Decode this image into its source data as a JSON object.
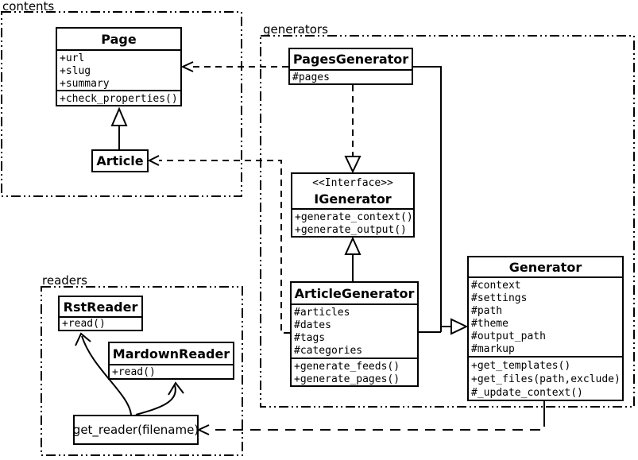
{
  "diagram": {
    "title": "UML class diagram",
    "colors": {
      "line": "#000000",
      "background": "#ffffff"
    },
    "packages": [
      {
        "id": "contents",
        "label": "contents"
      },
      {
        "id": "generators",
        "label": "generators"
      },
      {
        "id": "readers",
        "label": "readers"
      }
    ],
    "classes": {
      "page": {
        "name": "Page",
        "attributes": [
          "+url",
          "+slug",
          "+summary"
        ],
        "methods": [
          "+check_properties()"
        ]
      },
      "article": {
        "name": "Article"
      },
      "pagesGenerator": {
        "name": "PagesGenerator",
        "attributes": [
          "#pages"
        ]
      },
      "iGenerator": {
        "stereotype": "<<Interface>>",
        "name": "IGenerator",
        "methods": [
          "+generate_context()",
          "+generate_output()"
        ]
      },
      "articleGenerator": {
        "name": "ArticleGenerator",
        "attributes": [
          "#articles",
          "#dates",
          "#tags",
          "#categories"
        ],
        "methods": [
          "+generate_feeds()",
          "+generate_pages()"
        ]
      },
      "generator": {
        "name": "Generator",
        "attributes": [
          "#context",
          "#settings",
          "#path",
          "#theme",
          "#output_path",
          "#markup"
        ],
        "methods": [
          "+get_templates()",
          "+get_files(path,exclude)",
          "#_update_context()"
        ]
      },
      "rstReader": {
        "name": "RstReader",
        "methods": [
          "+read()"
        ]
      },
      "mardownReader": {
        "name": "MardownReader",
        "methods": [
          "+read()"
        ]
      },
      "getReader": {
        "label": "get_reader(filename)"
      }
    },
    "relationships": [
      {
        "type": "generalization",
        "from": "Article",
        "to": "Page"
      },
      {
        "type": "dependency",
        "from": "PagesGenerator",
        "to": "Page"
      },
      {
        "type": "dependency",
        "from": "ArticleGenerator",
        "to": "Article"
      },
      {
        "type": "realization",
        "from": "PagesGenerator",
        "to": "IGenerator"
      },
      {
        "type": "generalization",
        "from": "ArticleGenerator",
        "to": "IGenerator"
      },
      {
        "type": "generalization",
        "from": "PagesGenerator",
        "to": "Generator"
      },
      {
        "type": "generalization",
        "from": "ArticleGenerator",
        "to": "Generator"
      },
      {
        "type": "dependency",
        "from": "Generator",
        "to": "get_reader(filename)"
      },
      {
        "type": "association",
        "from": "get_reader(filename)",
        "to": "RstReader"
      },
      {
        "type": "association",
        "from": "get_reader(filename)",
        "to": "MardownReader"
      }
    ]
  }
}
